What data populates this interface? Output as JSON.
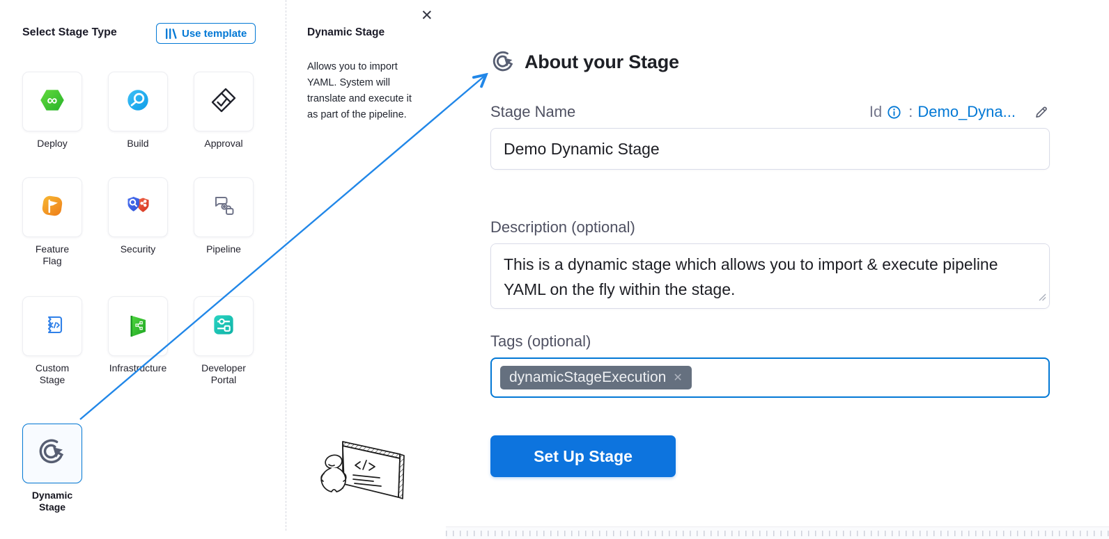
{
  "colors": {
    "primary_blue": "#0278d5",
    "connector_blue": "#2187e8",
    "button_blue": "#0d74de",
    "chip_background": "#65707f",
    "selected_card_border": "#0278d5"
  },
  "left_panel": {
    "title": "Select Stage Type",
    "use_template": {
      "label": "Use template",
      "icon": "template-library-icon"
    },
    "stages": [
      {
        "label": "Deploy",
        "icon": "deploy-icon"
      },
      {
        "label": "Build",
        "icon": "build-icon"
      },
      {
        "label": "Approval",
        "icon": "approval-icon"
      },
      {
        "label": "Feature\nFlag",
        "icon": "feature-flag-icon"
      },
      {
        "label": "Security",
        "icon": "security-icon"
      },
      {
        "label": "Pipeline",
        "icon": "pipeline-icon"
      },
      {
        "label": "Custom\nStage",
        "icon": "custom-stage-icon"
      },
      {
        "label": "Infrastructure",
        "icon": "infrastructure-icon"
      },
      {
        "label": "Developer\nPortal",
        "icon": "developer-portal-icon"
      },
      {
        "label": "Dynamic\nStage",
        "icon": "dynamic-stage-icon",
        "selected": true
      }
    ]
  },
  "info_panel": {
    "title": "Dynamic Stage",
    "close_glyph": "✕",
    "description": "Allows you to import YAML. System will translate and execute it as part of the pipeline."
  },
  "form_panel": {
    "heading": "About your Stage",
    "heading_icon": "dynamic-stage-icon",
    "id_row": {
      "label": "Id",
      "separator": ":",
      "value": "Demo_Dyna...",
      "info_icon": "info-icon",
      "edit_icon": "pencil-icon"
    },
    "stage_name": {
      "label": "Stage Name",
      "value": "Demo Dynamic Stage"
    },
    "description": {
      "label": "Description (optional)",
      "value": "This is a dynamic stage which allows you to import & execute pipeline YAML on the fly within the stage."
    },
    "tags": {
      "label": "Tags (optional)",
      "chips": [
        "dynamicStageExecution"
      ],
      "remove_glyph": "✕"
    },
    "submit_label": "Set Up Stage"
  }
}
